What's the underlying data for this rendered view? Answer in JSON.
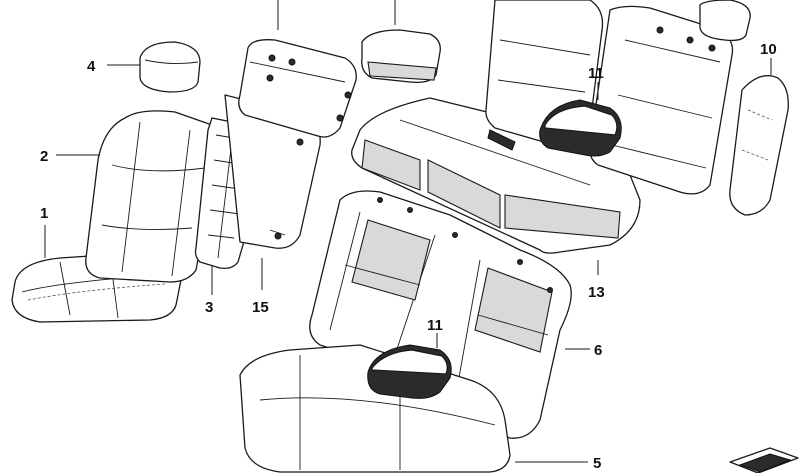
{
  "callouts": {
    "c1": "1",
    "c2": "2",
    "c3": "3",
    "c4": "4",
    "c5": "5",
    "c6": "6",
    "c10": "10",
    "c11a": "11",
    "c11b": "11",
    "c13": "13",
    "c15": "15"
  },
  "colors": {
    "line": "#1a1a1a",
    "shade": "#d9d9d9",
    "dark": "#2b2b2b"
  }
}
